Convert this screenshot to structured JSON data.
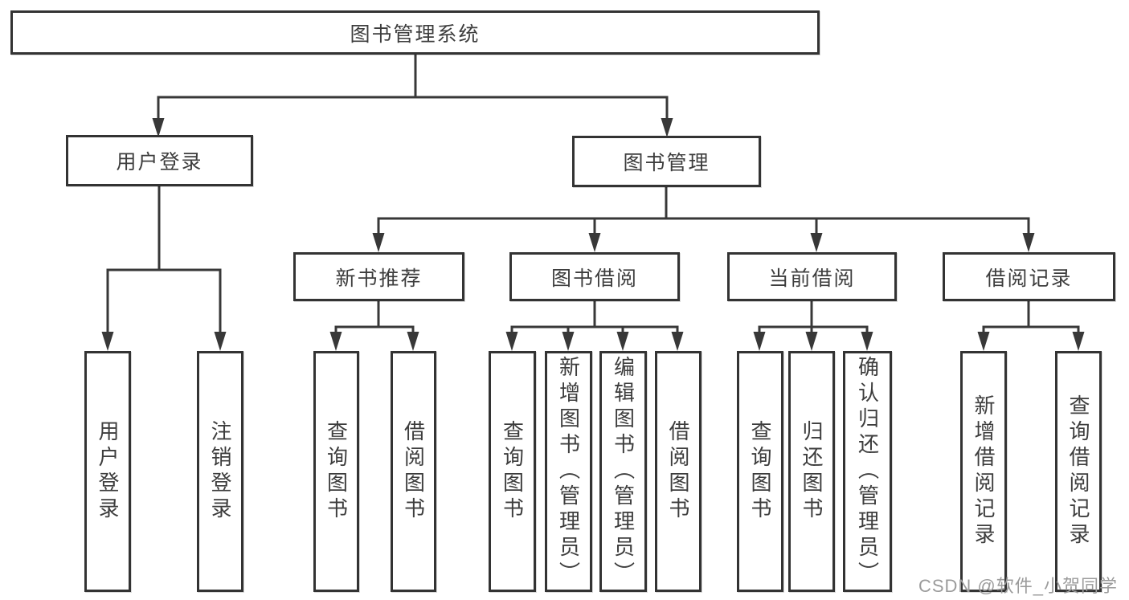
{
  "diagram_title": "图书管理系统",
  "tree": {
    "root": "图书管理系统",
    "children": [
      {
        "label": "用户登录",
        "children": [
          {
            "label": "用户登录"
          },
          {
            "label": "注销登录"
          }
        ]
      },
      {
        "label": "图书管理",
        "children": [
          {
            "label": "新书推荐",
            "children": [
              {
                "label": "查询图书"
              },
              {
                "label": "借阅图书"
              }
            ]
          },
          {
            "label": "图书借阅",
            "children": [
              {
                "label": "查询图书"
              },
              {
                "label": "新增图书（管理员）"
              },
              {
                "label": "编辑图书（管理员）"
              },
              {
                "label": "借阅图书"
              }
            ]
          },
          {
            "label": "当前借阅",
            "children": [
              {
                "label": "查询图书"
              },
              {
                "label": "归还图书"
              },
              {
                "label": "确认归还（管理员）"
              }
            ]
          },
          {
            "label": "借阅记录",
            "children": [
              {
                "label": "新增借阅记录"
              },
              {
                "label": "查询借阅记录"
              }
            ]
          }
        ]
      }
    ]
  },
  "watermark": {
    "text": "CSDN @软件_小贺同学"
  },
  "colors": {
    "line": "#383838",
    "box_border": "#333333",
    "text": "#3d3d3d",
    "watermark": "#9b9b9b",
    "background": "#ffffff"
  }
}
